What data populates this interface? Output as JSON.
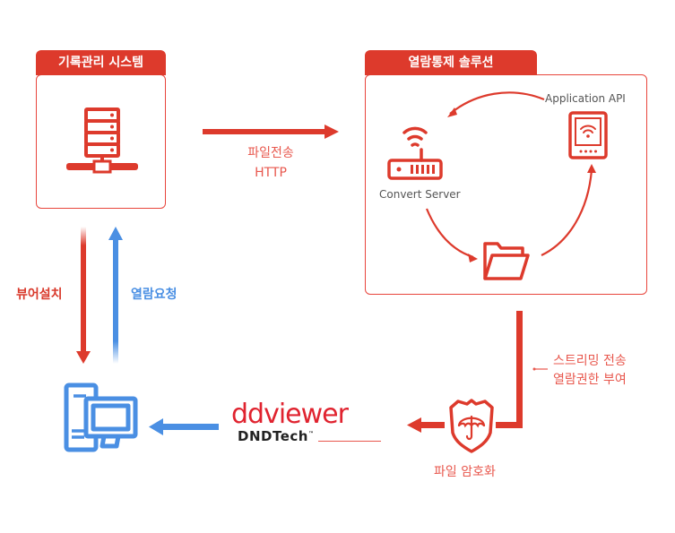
{
  "colors": {
    "red": "#dd3a2c",
    "blue": "#4a8fe3",
    "gray_text": "#555555"
  },
  "records_system": {
    "title": "기록관리 시스템",
    "icon": "server-network-icon"
  },
  "control_solution": {
    "title": "열람통제 솔루션",
    "convert_server_label": "Convert Server",
    "application_api_label": "Application API",
    "icons": [
      "wifi-router-icon",
      "tablet-wifi-icon",
      "folder-icon"
    ]
  },
  "file_transfer": {
    "line1": "파일전송",
    "line2": "HTTP"
  },
  "viewer_install": "뷰어설치",
  "view_request": "열람요청",
  "streaming": {
    "line1": "스트리밍 전송",
    "line2": "열람권한 부여"
  },
  "encryption_label": "파일 암호화",
  "logo": {
    "brand": "ddviewer",
    "company": "DNDTech",
    "tm": "™"
  },
  "client_icon": "desktop-computer-icon"
}
